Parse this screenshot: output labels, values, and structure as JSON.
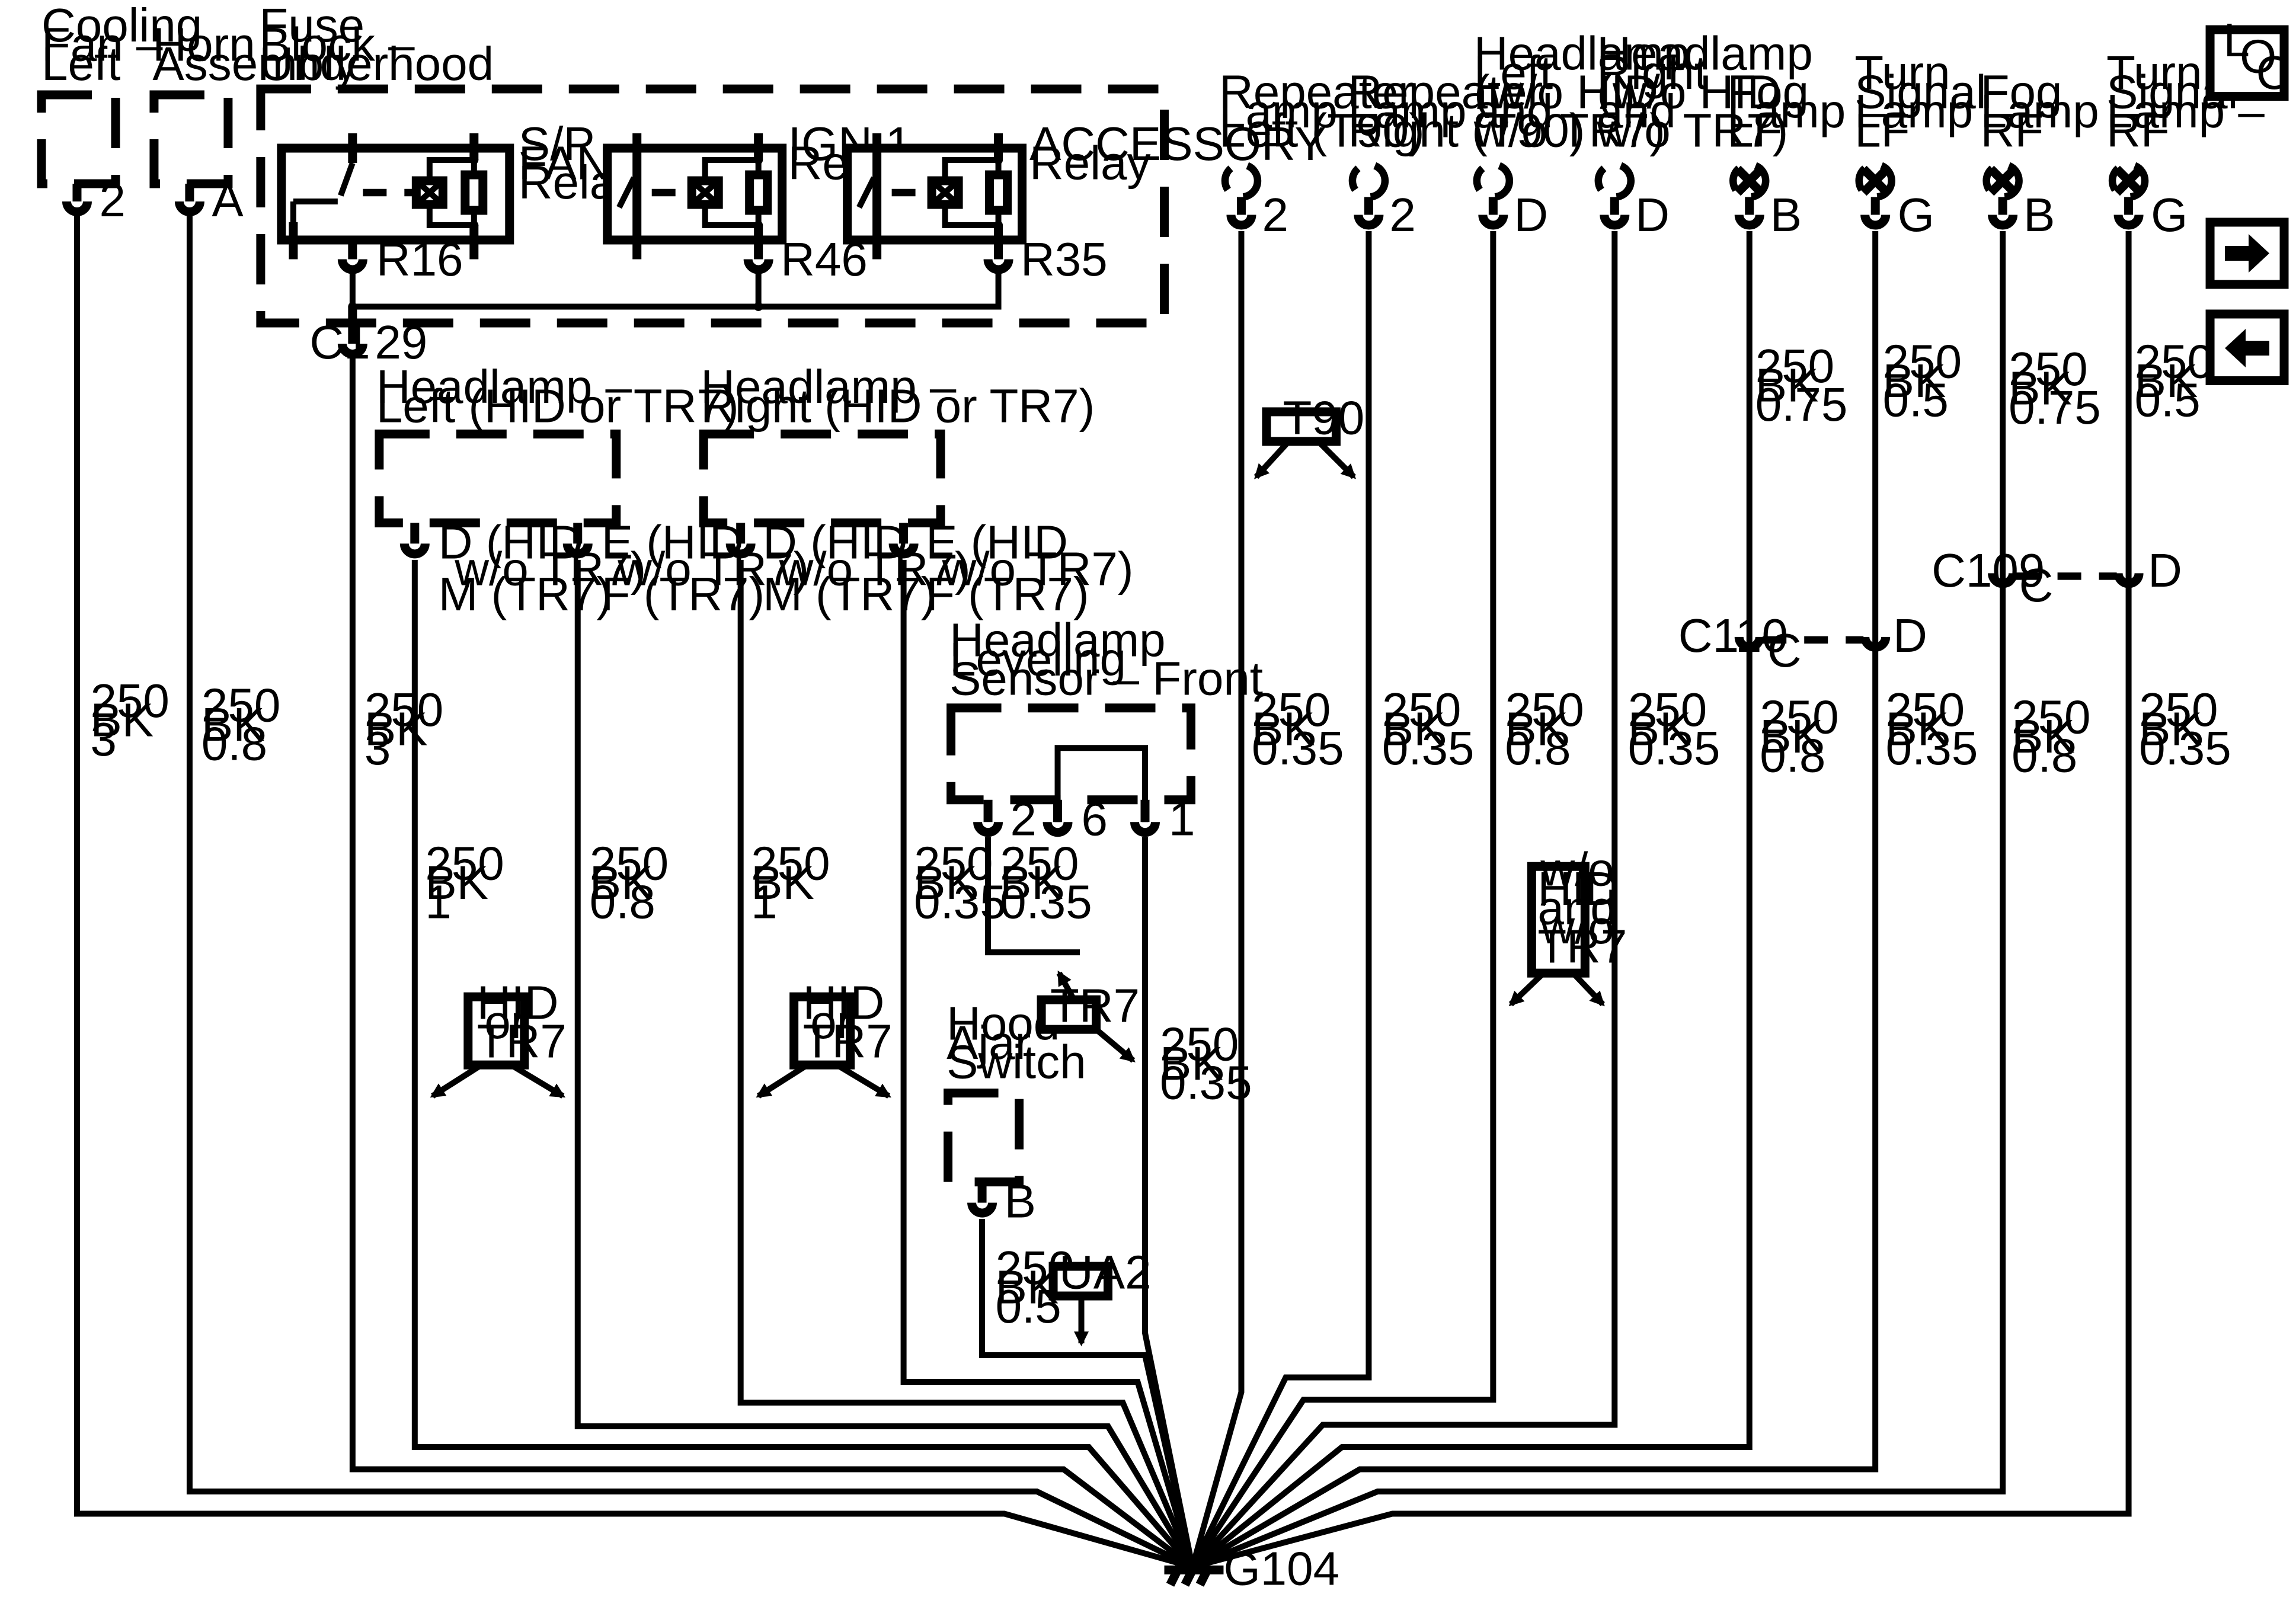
{
  "components": {
    "cooling_fan": {
      "name": [
        "Cooling",
        "Fan –",
        "Left"
      ],
      "pin": "2"
    },
    "horn": {
      "name": [
        "Horn",
        "Assembly"
      ],
      "pin": "A"
    },
    "fuse_block": {
      "name": [
        "Fuse",
        "Block –",
        "Underhood"
      ]
    },
    "sp_fan_relay": {
      "name": [
        "S/P",
        "FAN",
        "Relay"
      ],
      "pin": "R16"
    },
    "ign1_relay": {
      "name": [
        "IGN 1",
        "Relay"
      ],
      "pin": "R46"
    },
    "accessory_relay": {
      "name": [
        "ACCESSORY",
        "Relay"
      ],
      "pin": "R35"
    },
    "c1": {
      "connector": "C1",
      "pin": "29"
    },
    "headlamp_left_hid": {
      "name": [
        "Headlamp –",
        "Left (HID or TR7)"
      ],
      "pin_d": [
        "D (HID",
        "w/o TR7)",
        "M (TR7)"
      ],
      "pin_e": [
        "E (HID",
        "w/o TR7)",
        "F (TR7)"
      ]
    },
    "headlamp_right_hid": {
      "name": [
        "Headlamp –",
        "Right (HID or TR7)"
      ],
      "pin_d": [
        "D (HID",
        "w/o TR7)",
        "M (TR7)"
      ],
      "pin_e": [
        "E (HID",
        "w/o TR7)",
        "F (TR7)"
      ]
    },
    "leveling_sensor": {
      "name": [
        "Headlamp",
        "Leveling",
        "Sensor – Front"
      ],
      "pins": [
        "2",
        "6",
        "1"
      ]
    },
    "hood_ajar": {
      "name": [
        "Hood",
        "Ajar",
        "Switch"
      ],
      "pin": "B"
    },
    "repeater_left": {
      "name": [
        "Repeater",
        "Lamp –",
        "Left (T90)"
      ],
      "pin": "2"
    },
    "repeater_right": {
      "name": [
        "Repeater",
        "Lamp –",
        "Right (T90)"
      ],
      "pin": "2"
    },
    "headlamp_left": {
      "name": [
        "Headlamp",
        "Left",
        "(w/o HID",
        "and",
        "w/o TR7)"
      ],
      "pin": "D"
    },
    "headlamp_right": {
      "name": [
        "Headlamp",
        "Right",
        "(w/o HID",
        "and",
        "w/o TR7)"
      ],
      "pin": "D"
    },
    "fog_lf": {
      "name": [
        "Fog",
        "Lamp –",
        "LF"
      ],
      "pin": "B"
    },
    "turn_lf": {
      "name": [
        "Turn",
        "Signal",
        "Lamp –",
        "LF"
      ],
      "pin": "G"
    },
    "fog_rf": {
      "name": [
        "Fog",
        "Lamp –",
        "RF"
      ],
      "pin": "B"
    },
    "turn_rf": {
      "name": [
        "Turn",
        "Signal",
        "Lamp –",
        "RF"
      ],
      "pin": "G"
    },
    "c110": {
      "connector": "C110",
      "pin_left": "C",
      "pin_right": "D"
    },
    "c109": {
      "connector": "C109",
      "pin_left": "C",
      "pin_right": "D"
    },
    "ground": {
      "name": "G104"
    }
  },
  "wires": {
    "cooling_fan": [
      "250",
      "BK",
      "3"
    ],
    "horn": [
      "250",
      "BK",
      "0.8"
    ],
    "fuse_block": [
      "250",
      "BK",
      "3"
    ],
    "hl_left_d": [
      "250",
      "BK",
      "1"
    ],
    "hl_left_e": [
      "250",
      "BK",
      "0.8"
    ],
    "hl_right_d": [
      "250",
      "BK",
      "1"
    ],
    "hl_right_e": [
      "250",
      "BK",
      "0.35"
    ],
    "leveling_jumper": [
      "250",
      "BK",
      "0.35"
    ],
    "leveling_pin1": [
      "250",
      "BK",
      "0.35"
    ],
    "hood_ajar": [
      "250",
      "BK",
      "0.5"
    ],
    "repeater_left": [
      "250",
      "BK",
      "0.35"
    ],
    "repeater_right": [
      "250",
      "BK",
      "0.35"
    ],
    "headlamp_left": [
      "250",
      "BK",
      "0.8"
    ],
    "headlamp_right": [
      "250",
      "BK",
      "0.35"
    ],
    "fog_lf_upper": [
      "250",
      "BK",
      "0.75"
    ],
    "turn_lf_upper": [
      "250",
      "BK",
      "0.5"
    ],
    "fog_rf_upper": [
      "250",
      "BK",
      "0.75"
    ],
    "turn_rf_upper": [
      "250",
      "BK",
      "0.5"
    ],
    "c110_c_lower": [
      "250",
      "BK",
      "0.8"
    ],
    "c110_d_lower": [
      "250",
      "BK",
      "0.35"
    ],
    "c109_c_lower": [
      "250",
      "BK",
      "0.8"
    ],
    "c109_d_lower": [
      "250",
      "BK",
      "0.35"
    ]
  },
  "options": {
    "t90": "T90",
    "hid_tr7_left": [
      "HID",
      "or",
      "TR7"
    ],
    "hid_tr7_right": [
      "HID",
      "or",
      "TR7"
    ],
    "tr7": "TR7",
    "ua2": "UA2",
    "wo_hid": [
      "w/o",
      "HID",
      "and",
      "w/o",
      "TR7"
    ]
  },
  "nav": {
    "loc": [
      "L",
      "O",
      "C"
    ],
    "next_icon": "arrow-right-icon",
    "prev_icon": "arrow-left-icon"
  }
}
